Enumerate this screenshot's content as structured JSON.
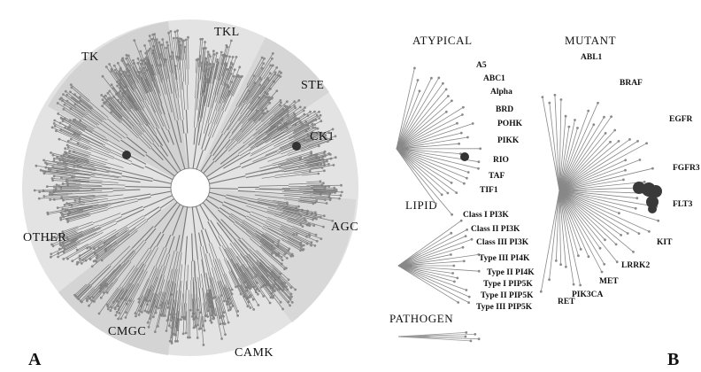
{
  "panel_a": {
    "panel_label": "A",
    "groups": [
      "TK",
      "TKL",
      "STE",
      "CK1",
      "AGC",
      "CAMK",
      "CMGC",
      "OTHER"
    ]
  },
  "panel_b": {
    "panel_label": "B",
    "atypical": {
      "title": "ATYPICAL",
      "labels": [
        "A5",
        "ABC1",
        "Alpha",
        "BRD",
        "POHK",
        "PIKK",
        "RIO",
        "TAF",
        "TIF1"
      ]
    },
    "lipid": {
      "title": "LIPID",
      "labels": [
        "Class I PI3K",
        "Class II PI3K",
        "Class III PI3K",
        "Type III PI4K",
        "Type II PI4K",
        "Type I PIP5K",
        "Type II PIP5K",
        "Type III PIP5K"
      ]
    },
    "pathogen": {
      "title": "PATHOGEN"
    },
    "mutant": {
      "title": "MUTANT",
      "labels": [
        "ABL1",
        "BRAF",
        "EGFR",
        "FGFR3",
        "FLT3",
        "KIT",
        "LRRK2",
        "MET",
        "PIK3CA",
        "RET"
      ]
    }
  },
  "colors": {
    "disc": "#e3e3e3",
    "sector": "#d6d6d6",
    "branch": "#7a7a7a",
    "hit": "#333333",
    "text": "#111111"
  }
}
